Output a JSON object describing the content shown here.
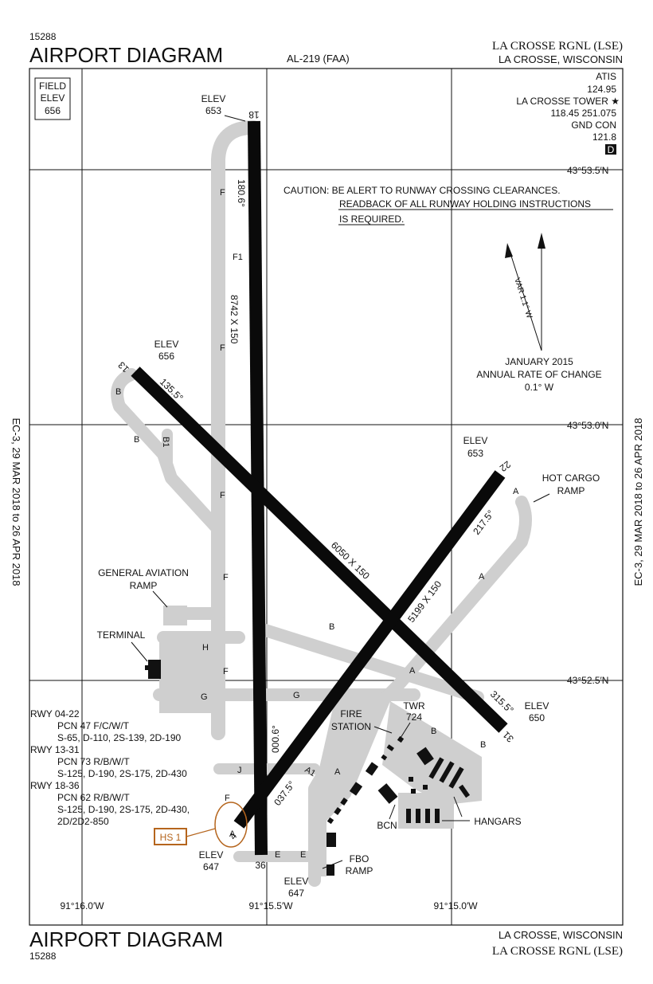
{
  "header": {
    "top_number": "15288",
    "title": "AIRPORT DIAGRAM",
    "chart_code": "AL-219 (FAA)",
    "airport_name": "LA CROSSE RGNL (LSE)",
    "city_state": "LA CROSSE, WISCONSIN"
  },
  "footer": {
    "title": "AIRPORT DIAGRAM",
    "number": "15288",
    "city_state": "LA CROSSE, WISCONSIN",
    "airport_name": "LA CROSSE RGNL (LSE)"
  },
  "margins": {
    "left_text": "EC-3,  29 MAR 2018  to  26 APR 2018",
    "right_text": "EC-3,  29 MAR 2018  to  26 APR 2018"
  },
  "field_elev": {
    "line1": "FIELD",
    "line2": "ELEV",
    "value": "656"
  },
  "comms": {
    "atis_label": "ATIS",
    "atis_freq": "124.95",
    "tower_label": "LA CROSSE TOWER ★",
    "tower_freq": "118.45  251.075",
    "gnd_label": "GND CON",
    "gnd_freq": "121.8",
    "badge": "D"
  },
  "caution": {
    "line1": "CAUTION: BE ALERT TO RUNWAY CROSSING CLEARANCES.",
    "line2": "READBACK OF ALL RUNWAY HOLDING INSTRUCTIONS",
    "line3": "IS REQUIRED."
  },
  "magnetic": {
    "var_label": "VAR 1.1° W",
    "line1": "JANUARY 2015",
    "line2": "ANNUAL RATE OF CHANGE",
    "line3": "0.1° W"
  },
  "coordinates": {
    "lat1": "43°53.5′N",
    "lat2": "43°53.0′N",
    "lat3": "43°52.5′N",
    "lon1": "91°16.0′W",
    "lon2": "91°15.5′W",
    "lon3": "91°15.0′W"
  },
  "runways": {
    "r18_36": {
      "end_a": "18",
      "end_b": "36",
      "dims": "8742 X 150",
      "hdg_a": "180.6°",
      "hdg_b": "000.6°",
      "elev_a_label": "ELEV",
      "elev_a": "653",
      "elev_b_label": "ELEV",
      "elev_b": "647"
    },
    "r13_31": {
      "end_a": "13",
      "end_b": "31",
      "dims": "6050 X 150",
      "hdg_a": "135.5°",
      "hdg_b": "315.5°",
      "elev_a_label": "ELEV",
      "elev_a": "656",
      "elev_b_label": "ELEV",
      "elev_b": "650"
    },
    "r04_22": {
      "end_a": "4",
      "end_b": "22",
      "dims": "5199 X 150",
      "hdg_a": "037.5°",
      "hdg_b": "217.5°",
      "elev_a_label": "ELEV",
      "elev_a": "647",
      "elev_b_label": "ELEV",
      "elev_b": "653"
    }
  },
  "taxiways": {
    "F": "F",
    "F1": "F1",
    "B": "B",
    "B1": "B1",
    "G": "G",
    "H": "H",
    "J": "J",
    "A": "A",
    "A1": "A1",
    "E": "E"
  },
  "facilities": {
    "ga_ramp_1": "GENERAL AVIATION",
    "ga_ramp_2": "RAMP",
    "terminal": "TERMINAL",
    "hot_cargo_1": "HOT CARGO",
    "hot_cargo_2": "RAMP",
    "fire_1": "FIRE",
    "fire_2": "STATION",
    "twr_1": "TWR",
    "twr_2": "724",
    "bcn": "BCN",
    "hangars": "HANGARS",
    "fbo_1": "FBO",
    "fbo_2": "RAMP",
    "hotspot": "HS 1"
  },
  "pcn": [
    "RWY 04-22",
    "PCN 47 F/C/W/T",
    "S-65, D-110, 2S-139, 2D-190",
    "RWY 13-31",
    "PCN 73 R/B/W/T",
    "S-125, D-190, 2S-175, 2D-430",
    "RWY 18-36",
    "PCN 62 R/B/W/T",
    "S-125, D-190, 2S-175, 2D-430,",
    "2D/2D2-850"
  ],
  "colors": {
    "runway": "#0a0a0a",
    "taxiway": "#cfcfcf",
    "hotspot": "#b5651d"
  }
}
